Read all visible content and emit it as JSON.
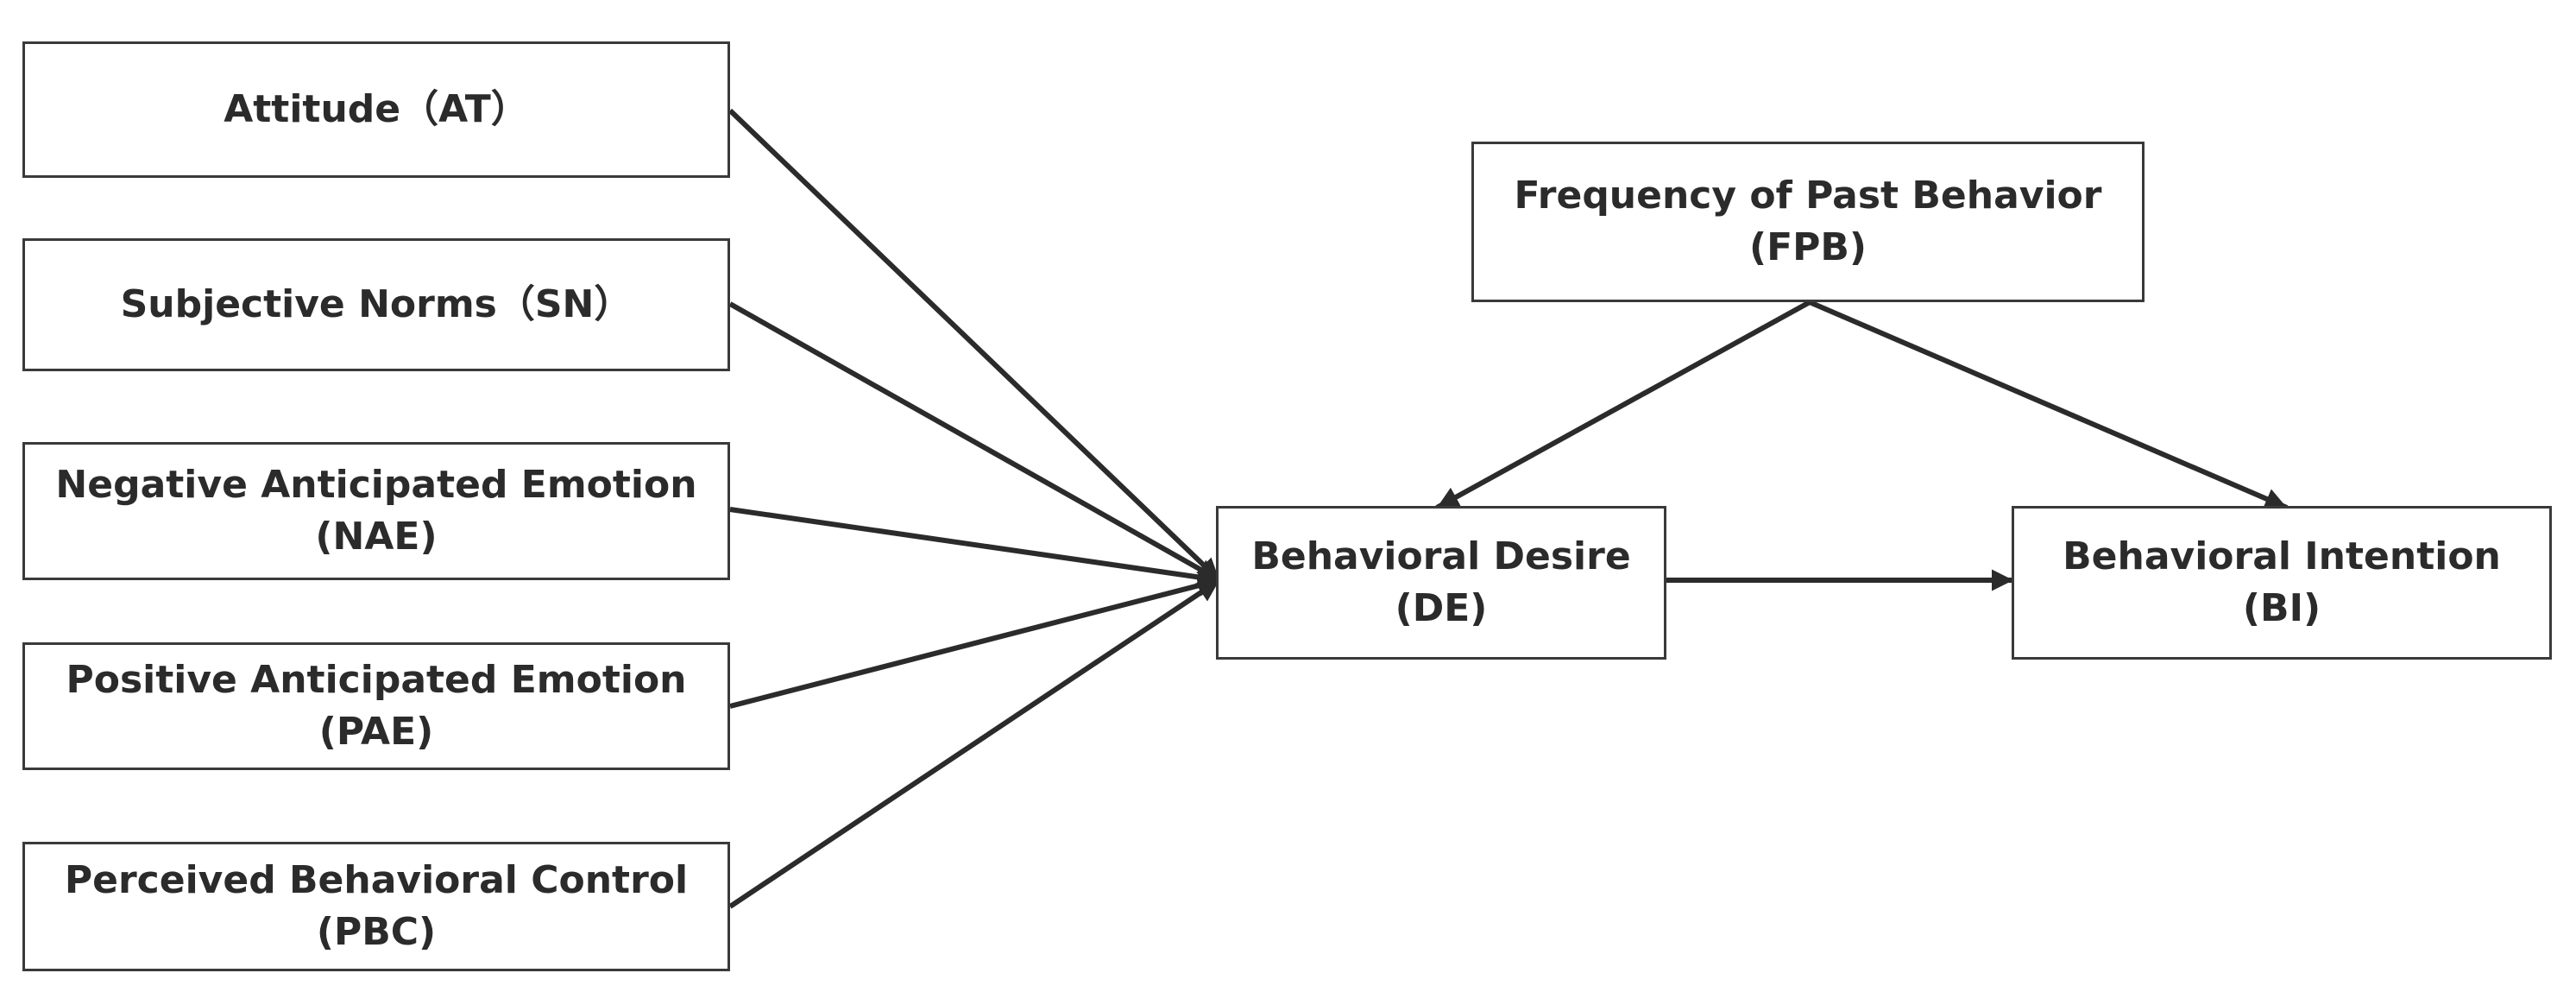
{
  "diagram": {
    "nodes": {
      "at": {
        "line1": "Attitude（AT）",
        "line2": ""
      },
      "sn": {
        "line1": "Subjective Norms（SN）",
        "line2": ""
      },
      "nae": {
        "line1": "Negative Anticipated Emotion",
        "line2": "(NAE)"
      },
      "pae": {
        "line1": "Positive Anticipated Emotion",
        "line2": "(PAE)"
      },
      "pbc": {
        "line1": "Perceived Behavioral Control",
        "line2": "(PBC)"
      },
      "fpb": {
        "line1": "Frequency of Past Behavior",
        "line2": "(FPB)"
      },
      "de": {
        "line1": "Behavioral Desire",
        "line2": "(DE)"
      },
      "bi": {
        "line1": "Behavioral Intention",
        "line2": "(BI)"
      }
    },
    "edges": [
      {
        "from": "at",
        "to": "de"
      },
      {
        "from": "sn",
        "to": "de"
      },
      {
        "from": "nae",
        "to": "de"
      },
      {
        "from": "pae",
        "to": "de"
      },
      {
        "from": "pbc",
        "to": "de"
      },
      {
        "from": "fpb",
        "to": "de"
      },
      {
        "from": "fpb",
        "to": "bi"
      },
      {
        "from": "de",
        "to": "bi"
      }
    ]
  }
}
